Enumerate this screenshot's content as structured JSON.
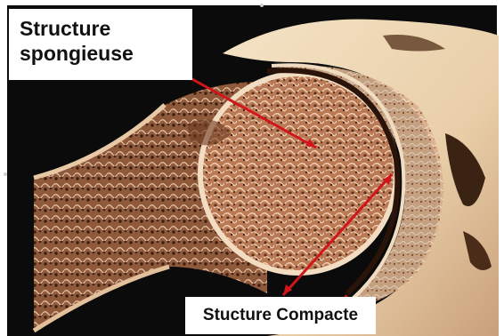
{
  "labels": {
    "spongy_line1": "Structure",
    "spongy_line2": "spongieuse",
    "compact": "Stucture Compacte"
  },
  "colors": {
    "arrow": "#d1151b",
    "background": "#0b0b0b",
    "bone_light": "#efd9b9",
    "spongy": "#b97a55"
  }
}
